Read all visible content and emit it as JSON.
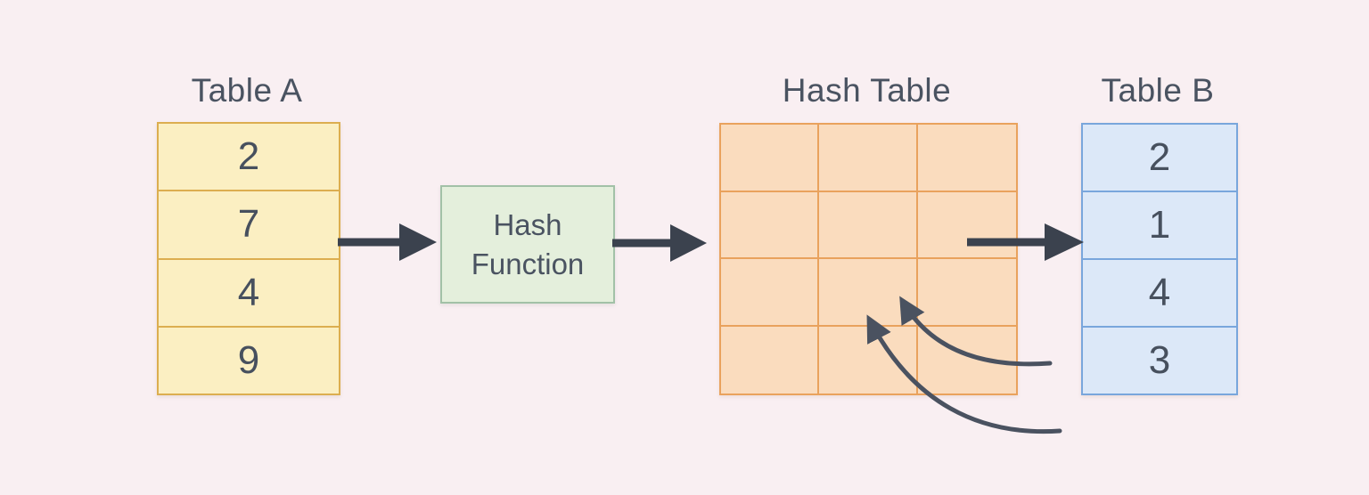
{
  "palette": {
    "background": "#f9eff2",
    "title_text": "#4a5361",
    "value_text": "#47505e",
    "straight_arrow": "#3b424e",
    "curved_arrow": "#4a5260",
    "table_a_fill": "#fbefc2",
    "table_a_border": "#dcae50",
    "hash_function_fill": "#e4efdc",
    "hash_function_border": "#a2c1a7",
    "hash_table_fill": "#fadcbe",
    "hash_table_border": "#e9a25d",
    "table_b_fill": "#dce8f8",
    "table_b_border": "#79a6dc"
  },
  "table_a": {
    "title": "Table A",
    "values": [
      "2",
      "7",
      "4",
      "9"
    ]
  },
  "hash_function": {
    "label": [
      "Hash",
      "Function"
    ]
  },
  "hash_table": {
    "title": "Hash Table",
    "rows": 4,
    "cols": 3,
    "cell_count": 12
  },
  "table_b": {
    "title": "Table B",
    "values": [
      "2",
      "1",
      "4",
      "3"
    ]
  }
}
